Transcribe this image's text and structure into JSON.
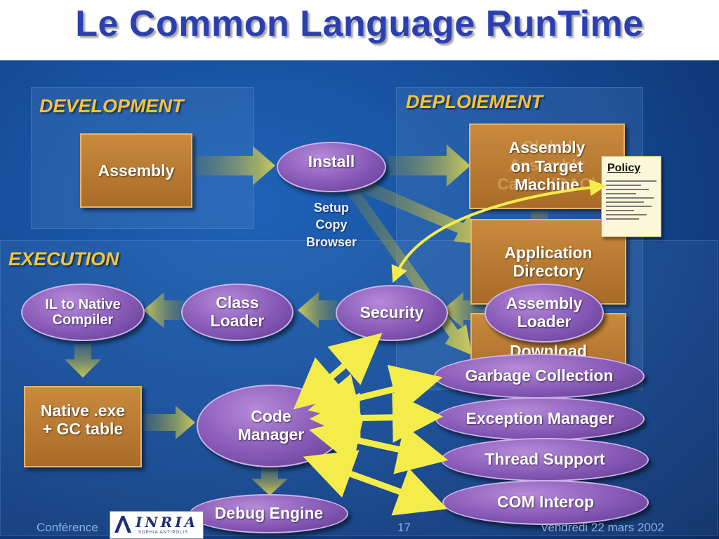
{
  "title": "Le Common Language RunTime",
  "sections": {
    "development": "DEVELOPMENT",
    "deployment": "DEPLOIEMENT",
    "execution": "EXECUTION"
  },
  "boxes": {
    "assembly": "Assembly",
    "assembly_target": "Assembly\non Target\nMachine",
    "app_directory": "Application\nDirectory",
    "download_cache": "Download\nCache",
    "native_exe": "Native .exe\n+ GC table"
  },
  "ghost_text": {
    "behind_target": "Global\nAssembly\nCache (GAC)"
  },
  "ovals": {
    "install": "Install",
    "il_native": "IL to Native\nCompiler",
    "class_loader": "Class\nLoader",
    "security": "Security",
    "assembly_loader": "Assembly\nLoader",
    "code_manager": "Code\nManager",
    "debug_engine": "Debug Engine",
    "garbage_collection": "Garbage Collection",
    "exception_manager": "Exception Manager",
    "thread_support": "Thread Support",
    "com_interop": "COM Interop"
  },
  "install_notes": "Setup\nCopy\nBrowser",
  "policy": {
    "title": "Policy"
  },
  "footer": {
    "left": "Conférence",
    "page": "17",
    "date": "Vendredi 22 mars 2002"
  },
  "logo": {
    "text": "INRIA",
    "sub": "SOPHIA ANTIPOLIS"
  },
  "colors": {
    "title": "#2b3fb0",
    "section_label": "#f5c33b",
    "box": "#b5772f",
    "oval": "#8659b6",
    "arrow_olive": "#a8a64a",
    "arrow_yellow": "#f4ec4a"
  }
}
